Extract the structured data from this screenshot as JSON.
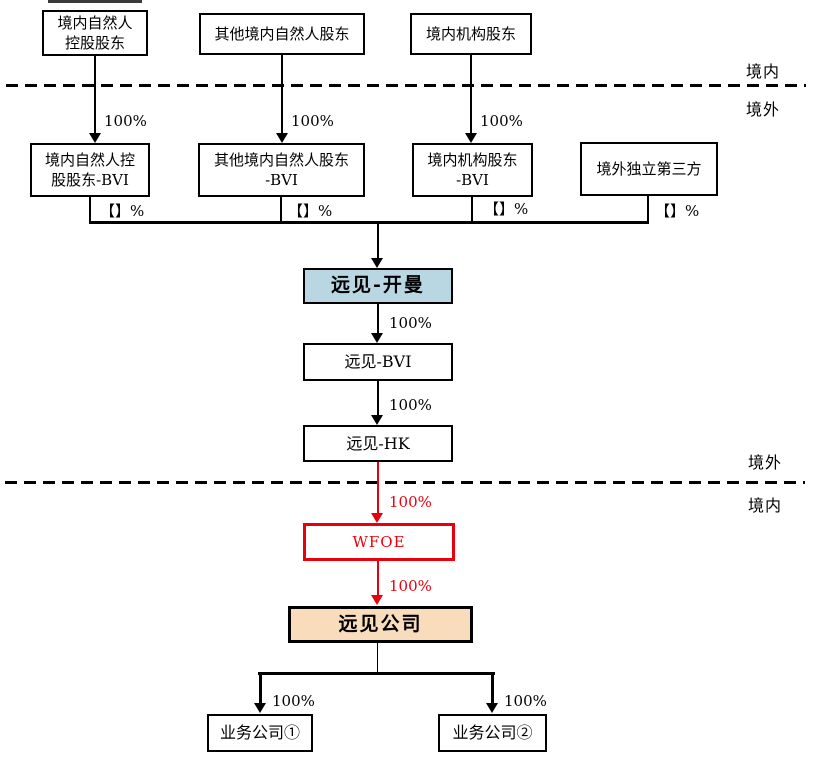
{
  "diagram": {
    "boundary_top": {
      "above": "境内",
      "below": "境外"
    },
    "boundary_bottom": {
      "above": "境外",
      "below": "境内"
    },
    "nodes": {
      "domestic_natural_controlling": "境内自然人\n控股股东",
      "other_domestic_natural": "其他境内自然人股东",
      "domestic_institutional": "境内机构股东",
      "domestic_natural_controlling_bvi": "境内自然人控\n股股东-BVI",
      "other_domestic_natural_bvi": "其他境内自然人股东\n-BVI",
      "domestic_institutional_bvi": "境内机构股东\n-BVI",
      "offshore_independent_third_party": "境外独立第三方",
      "yuanjian_cayman": "远见-开曼",
      "yuanjian_bvi": "远见-BVI",
      "yuanjian_hk": "远见-HK",
      "wfoe": "WFOE",
      "yuanjian_company": "远见公司",
      "business_company_1": "业务公司①",
      "business_company_2": "业务公司②"
    },
    "labels": {
      "sh1_pct": "100%",
      "sh2_pct": "100%",
      "sh3_pct": "100%",
      "undisclosed_pct_1": "【】%",
      "undisclosed_pct_2": "【】%",
      "undisclosed_pct_3": "【】%",
      "undisclosed_pct_4": "【】%",
      "cayman_to_bvi_pct": "100%",
      "bvi_to_hk_pct": "100%",
      "hk_to_wfoe_pct": "100%",
      "wfoe_to_company_pct": "100%",
      "company_to_biz1_pct": "100%",
      "company_to_biz2_pct": "100%"
    },
    "colors": {
      "cayman_fill": "#b8d7e2",
      "company_fill": "#f9dcbc",
      "red_accent": "#e8000d"
    }
  }
}
